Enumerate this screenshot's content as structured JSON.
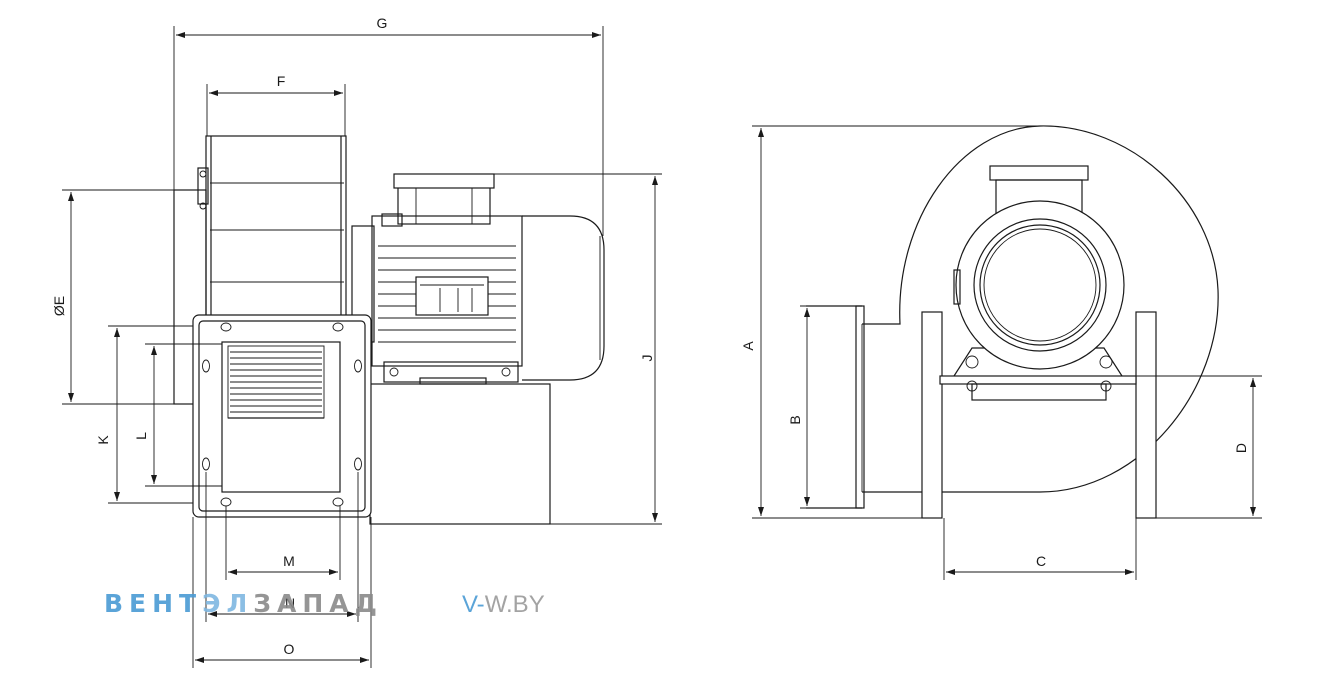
{
  "dimensions": {
    "G": "G",
    "F": "F",
    "E": "ØE",
    "J": "J",
    "K": "K",
    "L": "L",
    "M": "M",
    "N": "N",
    "O": "O",
    "A": "A",
    "B": "B",
    "C": "C",
    "D": "D"
  },
  "watermark": {
    "part1": "ВЕНТ",
    "part2": "ЭЛ",
    "part3": "ЗАПАД",
    "site_prefix": "V-",
    "site_rest": "W.BY",
    "color_blue": "#4a9bd4",
    "color_grey": "#9a9a9a"
  }
}
